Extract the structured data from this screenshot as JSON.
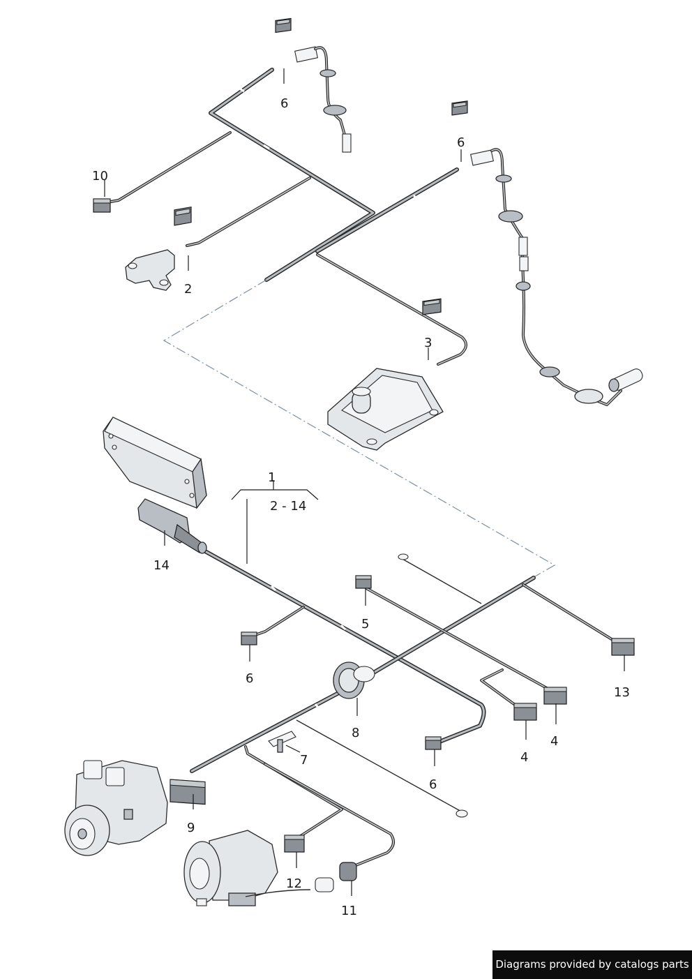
{
  "callouts": {
    "c1": "1",
    "c1_range": "2 - 14",
    "c2": "2",
    "c3": "3",
    "c4a": "4",
    "c4b": "4",
    "c5": "5",
    "c6a": "6",
    "c6b": "6",
    "c6c": "6",
    "c6d": "6",
    "c7": "7",
    "c8": "8",
    "c9": "9",
    "c10": "10",
    "c11": "11",
    "c12": "12",
    "c13": "13",
    "c14": "14"
  },
  "credit": "Diagrams provided by catalogs parts",
  "colors": {
    "background": "#ffffff",
    "harness_jacket": "#2a2a2a",
    "part_fill": "#e4e7e9",
    "dashdot_outline": "#7c8fa0",
    "credit_background": "#0d0d0d"
  }
}
